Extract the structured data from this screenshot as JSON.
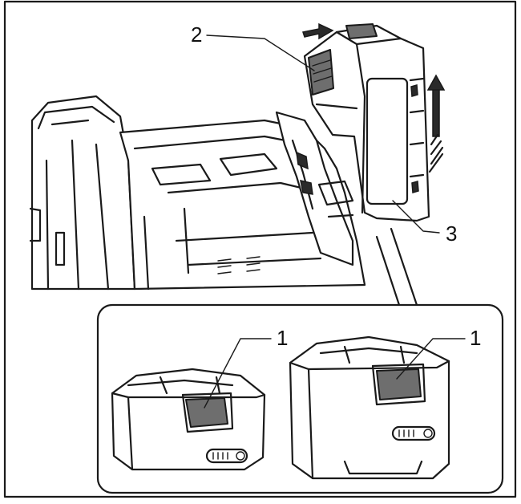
{
  "callouts": {
    "release_button_left": "1",
    "release_button_right": "1",
    "release_button_top": "2",
    "battery_cartridge": "3"
  },
  "colors": {
    "line": "#1a1a1a",
    "shade": "#6e6e6e",
    "background": "#ffffff"
  }
}
